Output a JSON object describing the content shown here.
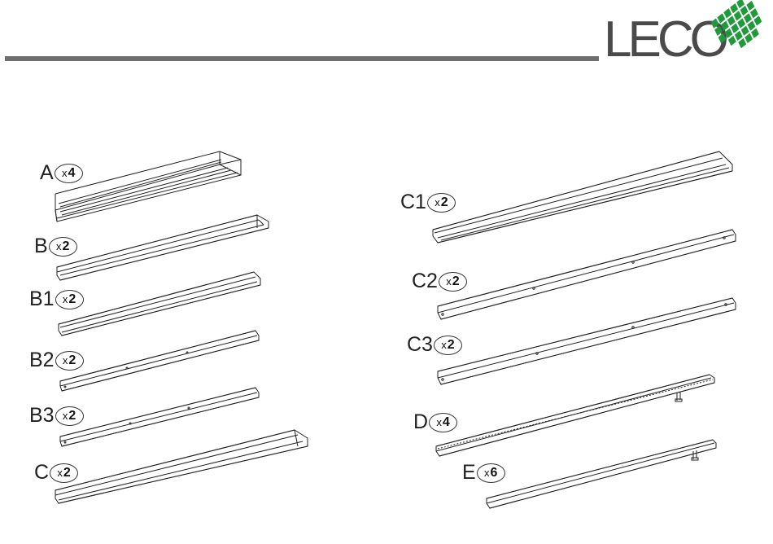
{
  "header": {
    "logo_text": "LECO",
    "brand_green": "#1f9a3a"
  },
  "parts_left": [
    {
      "id": "A",
      "label": "A",
      "qty_x": "x",
      "qty_n": "4"
    },
    {
      "id": "B",
      "label": "B",
      "qty_x": "x",
      "qty_n": "2"
    },
    {
      "id": "B1",
      "label": "B1",
      "qty_x": "x",
      "qty_n": "2"
    },
    {
      "id": "B2",
      "label": "B2",
      "qty_x": "x",
      "qty_n": "2"
    },
    {
      "id": "B3",
      "label": "B3",
      "qty_x": "x",
      "qty_n": "2"
    },
    {
      "id": "C",
      "label": "C",
      "qty_x": "x",
      "qty_n": "2"
    }
  ],
  "parts_right": [
    {
      "id": "C1",
      "label": "C1",
      "qty_x": "x",
      "qty_n": "2"
    },
    {
      "id": "C2",
      "label": "C2",
      "qty_x": "x",
      "qty_n": "2"
    },
    {
      "id": "C3",
      "label": "C3",
      "qty_x": "x",
      "qty_n": "2"
    },
    {
      "id": "D",
      "label": "D",
      "qty_x": "x",
      "qty_n": "4"
    },
    {
      "id": "E",
      "label": "E",
      "qty_x": "x",
      "qty_n": "6"
    }
  ]
}
